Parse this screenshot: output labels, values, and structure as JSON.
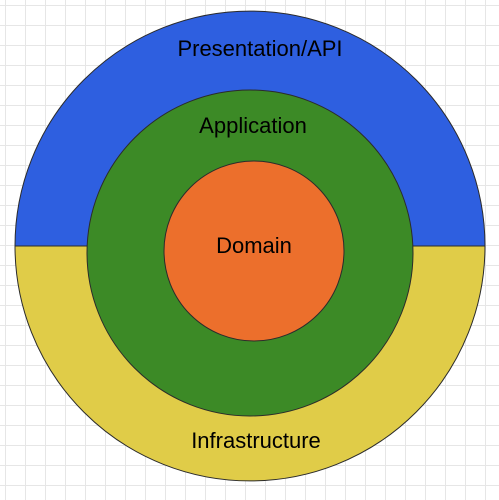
{
  "diagram": {
    "layers": {
      "presentation": {
        "label": "Presentation/API",
        "color": "#2e5fe0"
      },
      "infrastructure": {
        "label": "Infrastructure",
        "color": "#e0cc48"
      },
      "application": {
        "label": "Application",
        "color": "#3c8a26"
      },
      "domain": {
        "label": "Domain",
        "color": "#ec6f2c"
      }
    },
    "outline_color": "#2b2b2b"
  }
}
